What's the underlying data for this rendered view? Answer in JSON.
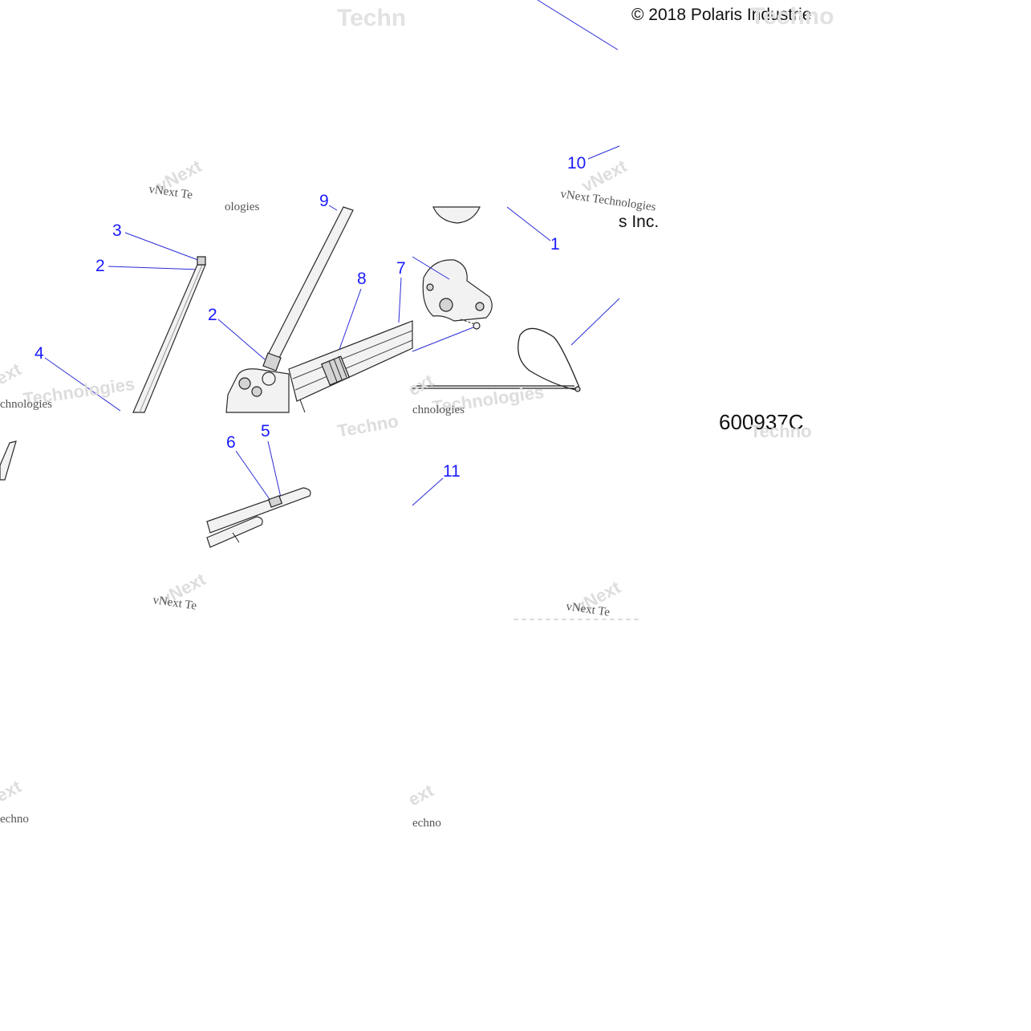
{
  "copyright": "© 2018 Polaris Industrie",
  "copyright_tail": "s Inc.",
  "drawing_number": "600937C",
  "watermarks": {
    "brand_serif": "vNext Technologies",
    "short_serif": "vNext Te",
    "fragment_tail": "ologies",
    "techno": "Techno",
    "technologies": "Technologies",
    "next": "vNext",
    "ext": "ext",
    "chnologies": "chnologies",
    "echno": "echno",
    "fragment_top": "Techn"
  },
  "callouts": {
    "c1": "1",
    "c2a": "2",
    "c2b": "2",
    "c3": "3",
    "c4": "4",
    "c5": "5",
    "c6": "6",
    "c7": "7",
    "c8": "8",
    "c9": "9",
    "c10": "10",
    "c11": "11"
  },
  "colors": {
    "callout": "#1a1aff",
    "leader": "#2b2bd8",
    "watermark": "#e2e2e2"
  }
}
